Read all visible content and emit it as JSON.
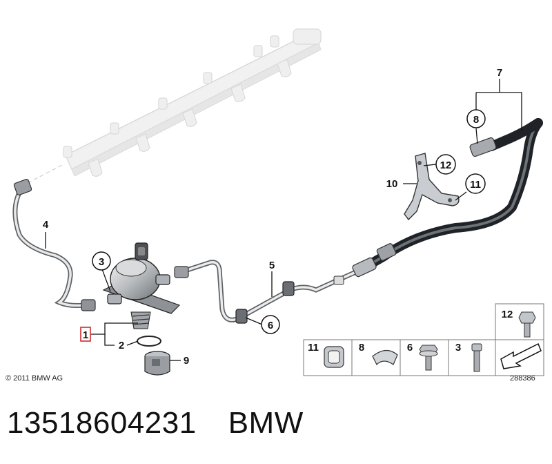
{
  "callouts": {
    "c1": "1",
    "c2": "2",
    "c3": "3",
    "c4": "4",
    "c5": "5",
    "c6": "6",
    "c7": "7",
    "c8": "8",
    "c9": "9",
    "c10": "10",
    "c11": "11",
    "c12": "12"
  },
  "legend": {
    "items": [
      {
        "num": "11"
      },
      {
        "num": "8"
      },
      {
        "num": "6"
      },
      {
        "num": "3"
      },
      {
        "num": ""
      }
    ],
    "top_num": "12"
  },
  "copyright": "© 2011 BMW AG",
  "diagram_number": "288386",
  "part_number": "13518604231",
  "brand": "BMW",
  "colors": {
    "highlight": "#d11a1a",
    "rail": "#dcdcdc",
    "hose": "#4a4f55"
  }
}
